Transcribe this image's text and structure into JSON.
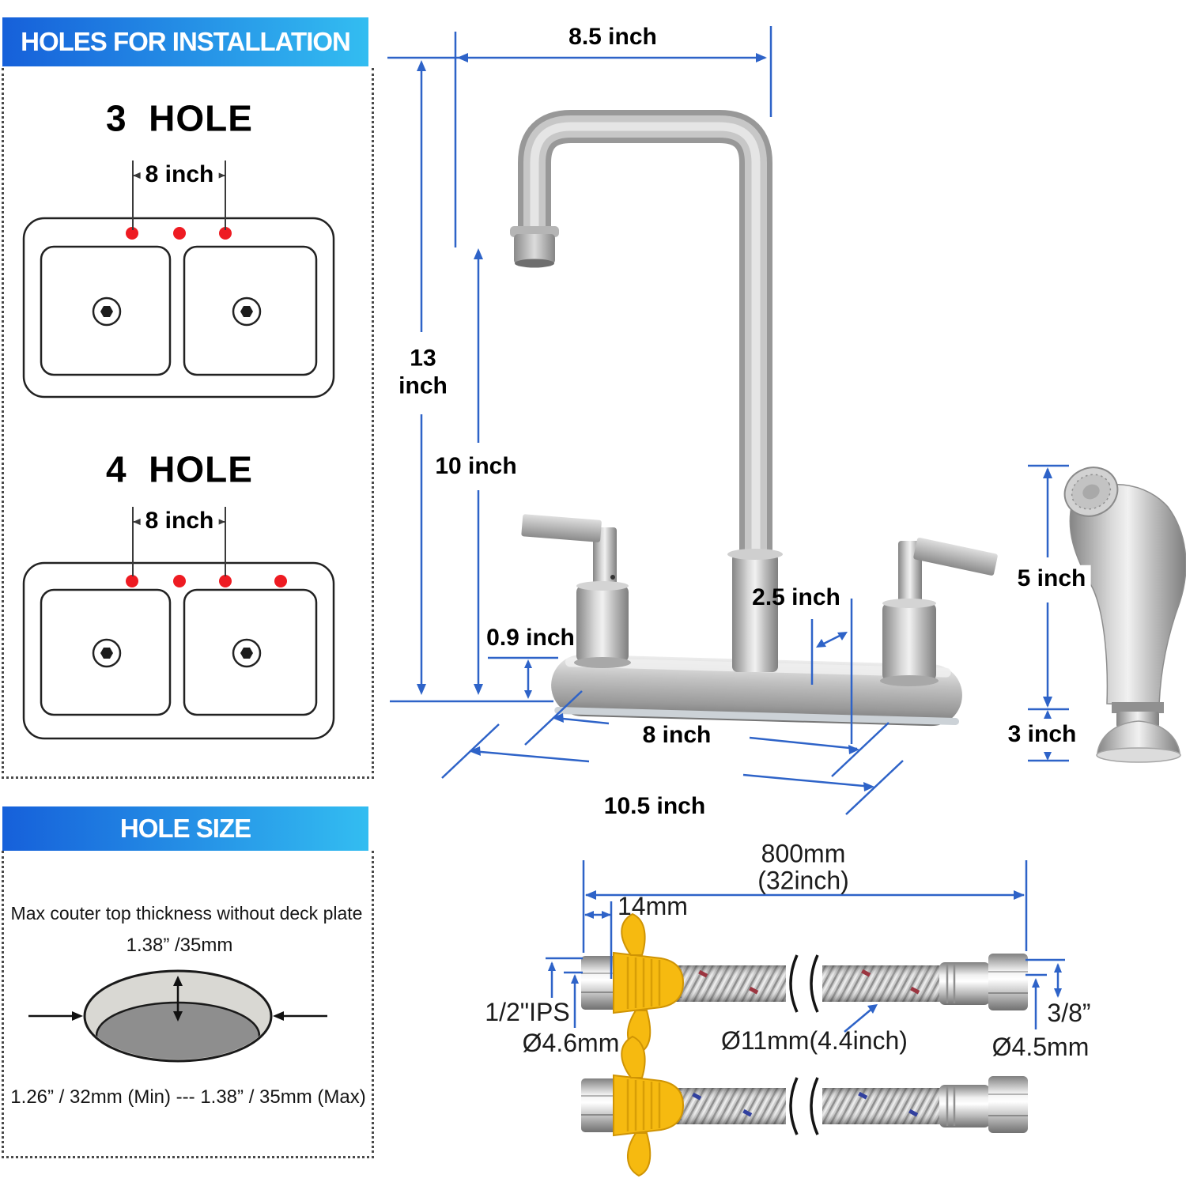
{
  "colors": {
    "header_gradient_left": "#1660da",
    "header_gradient_right": "#33bdf1",
    "dimension_blue": "#2e63c8",
    "hole_marker_red": "#ee1b22",
    "metal_gray": "#c0c0c0",
    "hose_nut_yellow": "#f6ba10"
  },
  "left_panels": {
    "installation": {
      "title": "HOLES FOR INSTALLATION",
      "three_hole": {
        "heading": "3  HOLE",
        "spacing": "8 inch"
      },
      "four_hole": {
        "heading": "4  HOLE",
        "spacing": "8 inch"
      }
    },
    "hole_size": {
      "title": "HOLE SIZE",
      "note": "Max couter top thickness without deck plate",
      "max_thickness": "1.38” /35mm",
      "range": "1.26” / 32mm (Min) --- 1.38” / 35mm (Max)"
    }
  },
  "faucet": {
    "spout_reach": "8.5 inch",
    "total_height": "13\ninch",
    "spout_height": "10 inch",
    "deck_thickness": "0.9 inch",
    "handle_offset": "2.5 inch",
    "faucet_centers": "8 inch",
    "base_length": "10.5 inch"
  },
  "sprayer": {
    "height": "5 inch",
    "base_height": "3 inch"
  },
  "hoses": {
    "length": "800mm\n(32inch)",
    "nut_width": "14mm",
    "inlet_thread": "1/2\"IPS",
    "inlet_diameter": "Ø4.6mm",
    "hose_diameter": "Ø11mm(4.4inch)",
    "outlet_thread": "3/8”",
    "outlet_diameter": "Ø4.5mm"
  }
}
